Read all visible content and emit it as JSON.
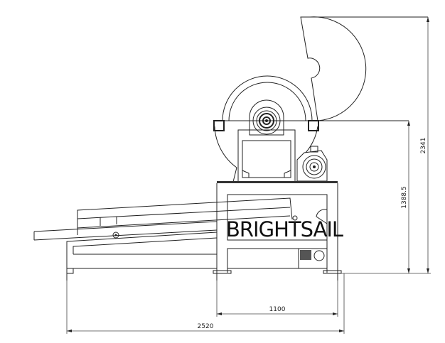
{
  "drawing": {
    "watermark": "BRIGHTSAIL",
    "dimensions": {
      "total_length": "2520",
      "frame_width": "1100",
      "frame_height": "1388.5",
      "total_height": "2341"
    }
  }
}
